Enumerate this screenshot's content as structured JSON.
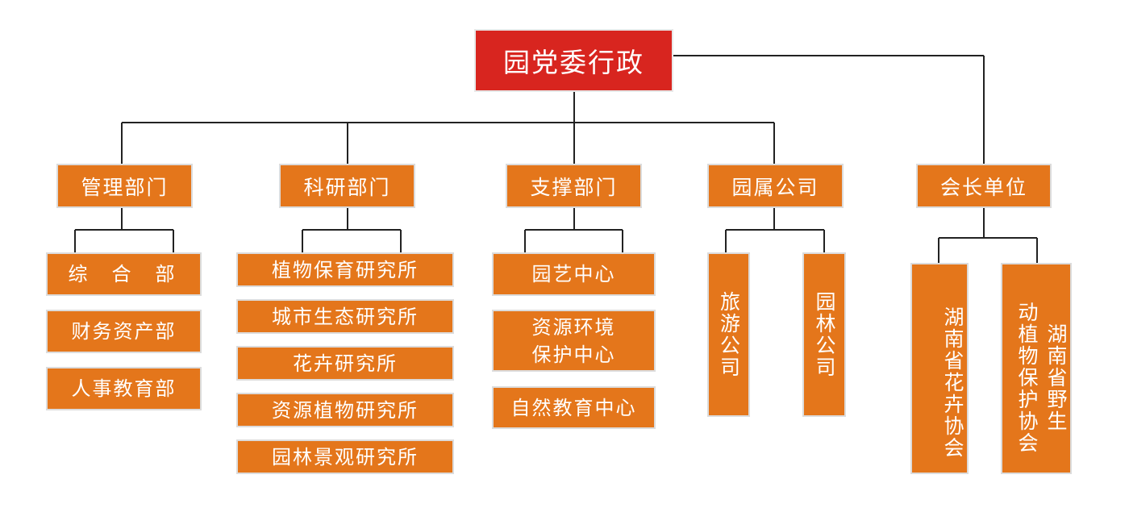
{
  "colors": {
    "root": "#d8251f",
    "node": "#e4761b",
    "text": "#ffffff",
    "connector": "#222222"
  },
  "root": {
    "label": "园党委行政"
  },
  "departments": [
    {
      "label": "管理部门",
      "children": [
        "综合部",
        "财务资产部",
        "人事教育部"
      ]
    },
    {
      "label": "科研部门",
      "children": [
        "植物保育研究所",
        "城市生态研究所",
        "花卉研究所",
        "资源植物研究所",
        "园林景观研究所"
      ]
    },
    {
      "label": "支撑部门",
      "children": [
        "园艺中心",
        "资源环境\n保护中心",
        "自然教育中心"
      ]
    },
    {
      "label": "园属公司",
      "children": [
        "旅游公司",
        "园林公司"
      ]
    },
    {
      "label": "会长单位",
      "children": [
        "湖南省花卉协会",
        "湖南省野生\n动植物保护协会"
      ]
    }
  ]
}
